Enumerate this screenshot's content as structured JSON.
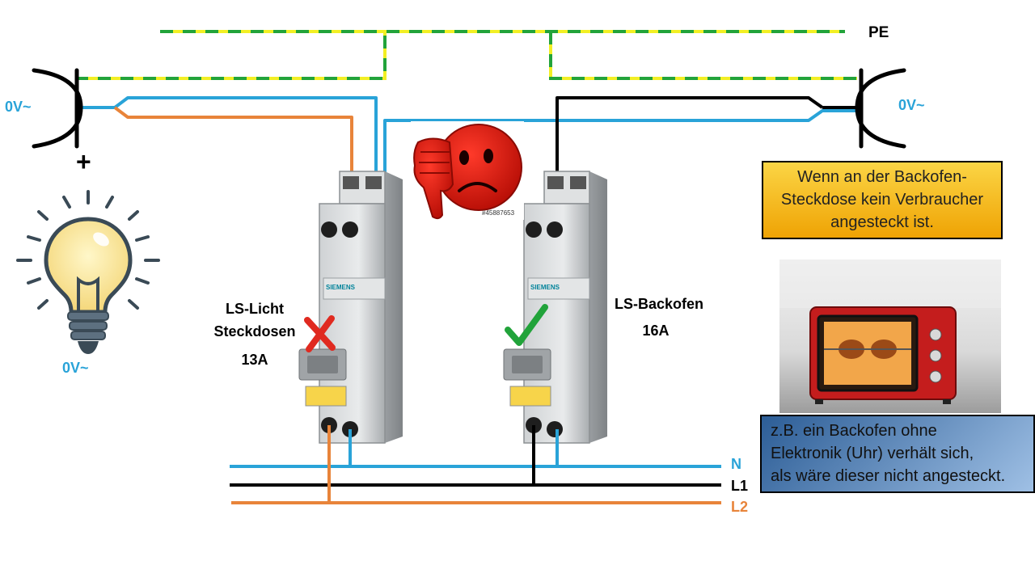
{
  "labels": {
    "pe": "PE",
    "n": "N",
    "l1": "L1",
    "l2": "L2",
    "voltage_left_socket": "0V~",
    "voltage_right_socket": "0V~",
    "voltage_bulb": "0V~",
    "plus": "+"
  },
  "breaker_left": {
    "name_line1": "LS-Licht",
    "name_line2": "Steckdosen",
    "rating": "13A",
    "brand": "SIEMENS",
    "status": "fault"
  },
  "breaker_right": {
    "name": "LS-Backofen",
    "rating": "16A",
    "brand": "SIEMENS",
    "status": "ok"
  },
  "info_box_yellow": {
    "lines": [
      "Wenn an der Backofen-",
      "Steckdose kein Verbraucher",
      "angesteckt ist."
    ]
  },
  "info_box_blue": {
    "lines": [
      "z.B. ein Backofen ohne",
      "Elektronik (Uhr) verhält sich,",
      "als wäre dieser nicht angesteckt."
    ]
  },
  "stock_id": "#45887653",
  "colors": {
    "neutral": "#29a3d8",
    "l1": "#000000",
    "l2": "#e8843a",
    "pe_green": "#22a33a",
    "pe_yellow": "#f2ef24"
  },
  "icons": {
    "left_socket": "socket-icon",
    "right_socket": "socket-icon",
    "bulb": "light-bulb-icon",
    "thumbs_down": "thumbs-down-sad-face-icon",
    "cross": "red-cross-icon",
    "check": "green-check-icon",
    "oven": "oven-photo"
  }
}
